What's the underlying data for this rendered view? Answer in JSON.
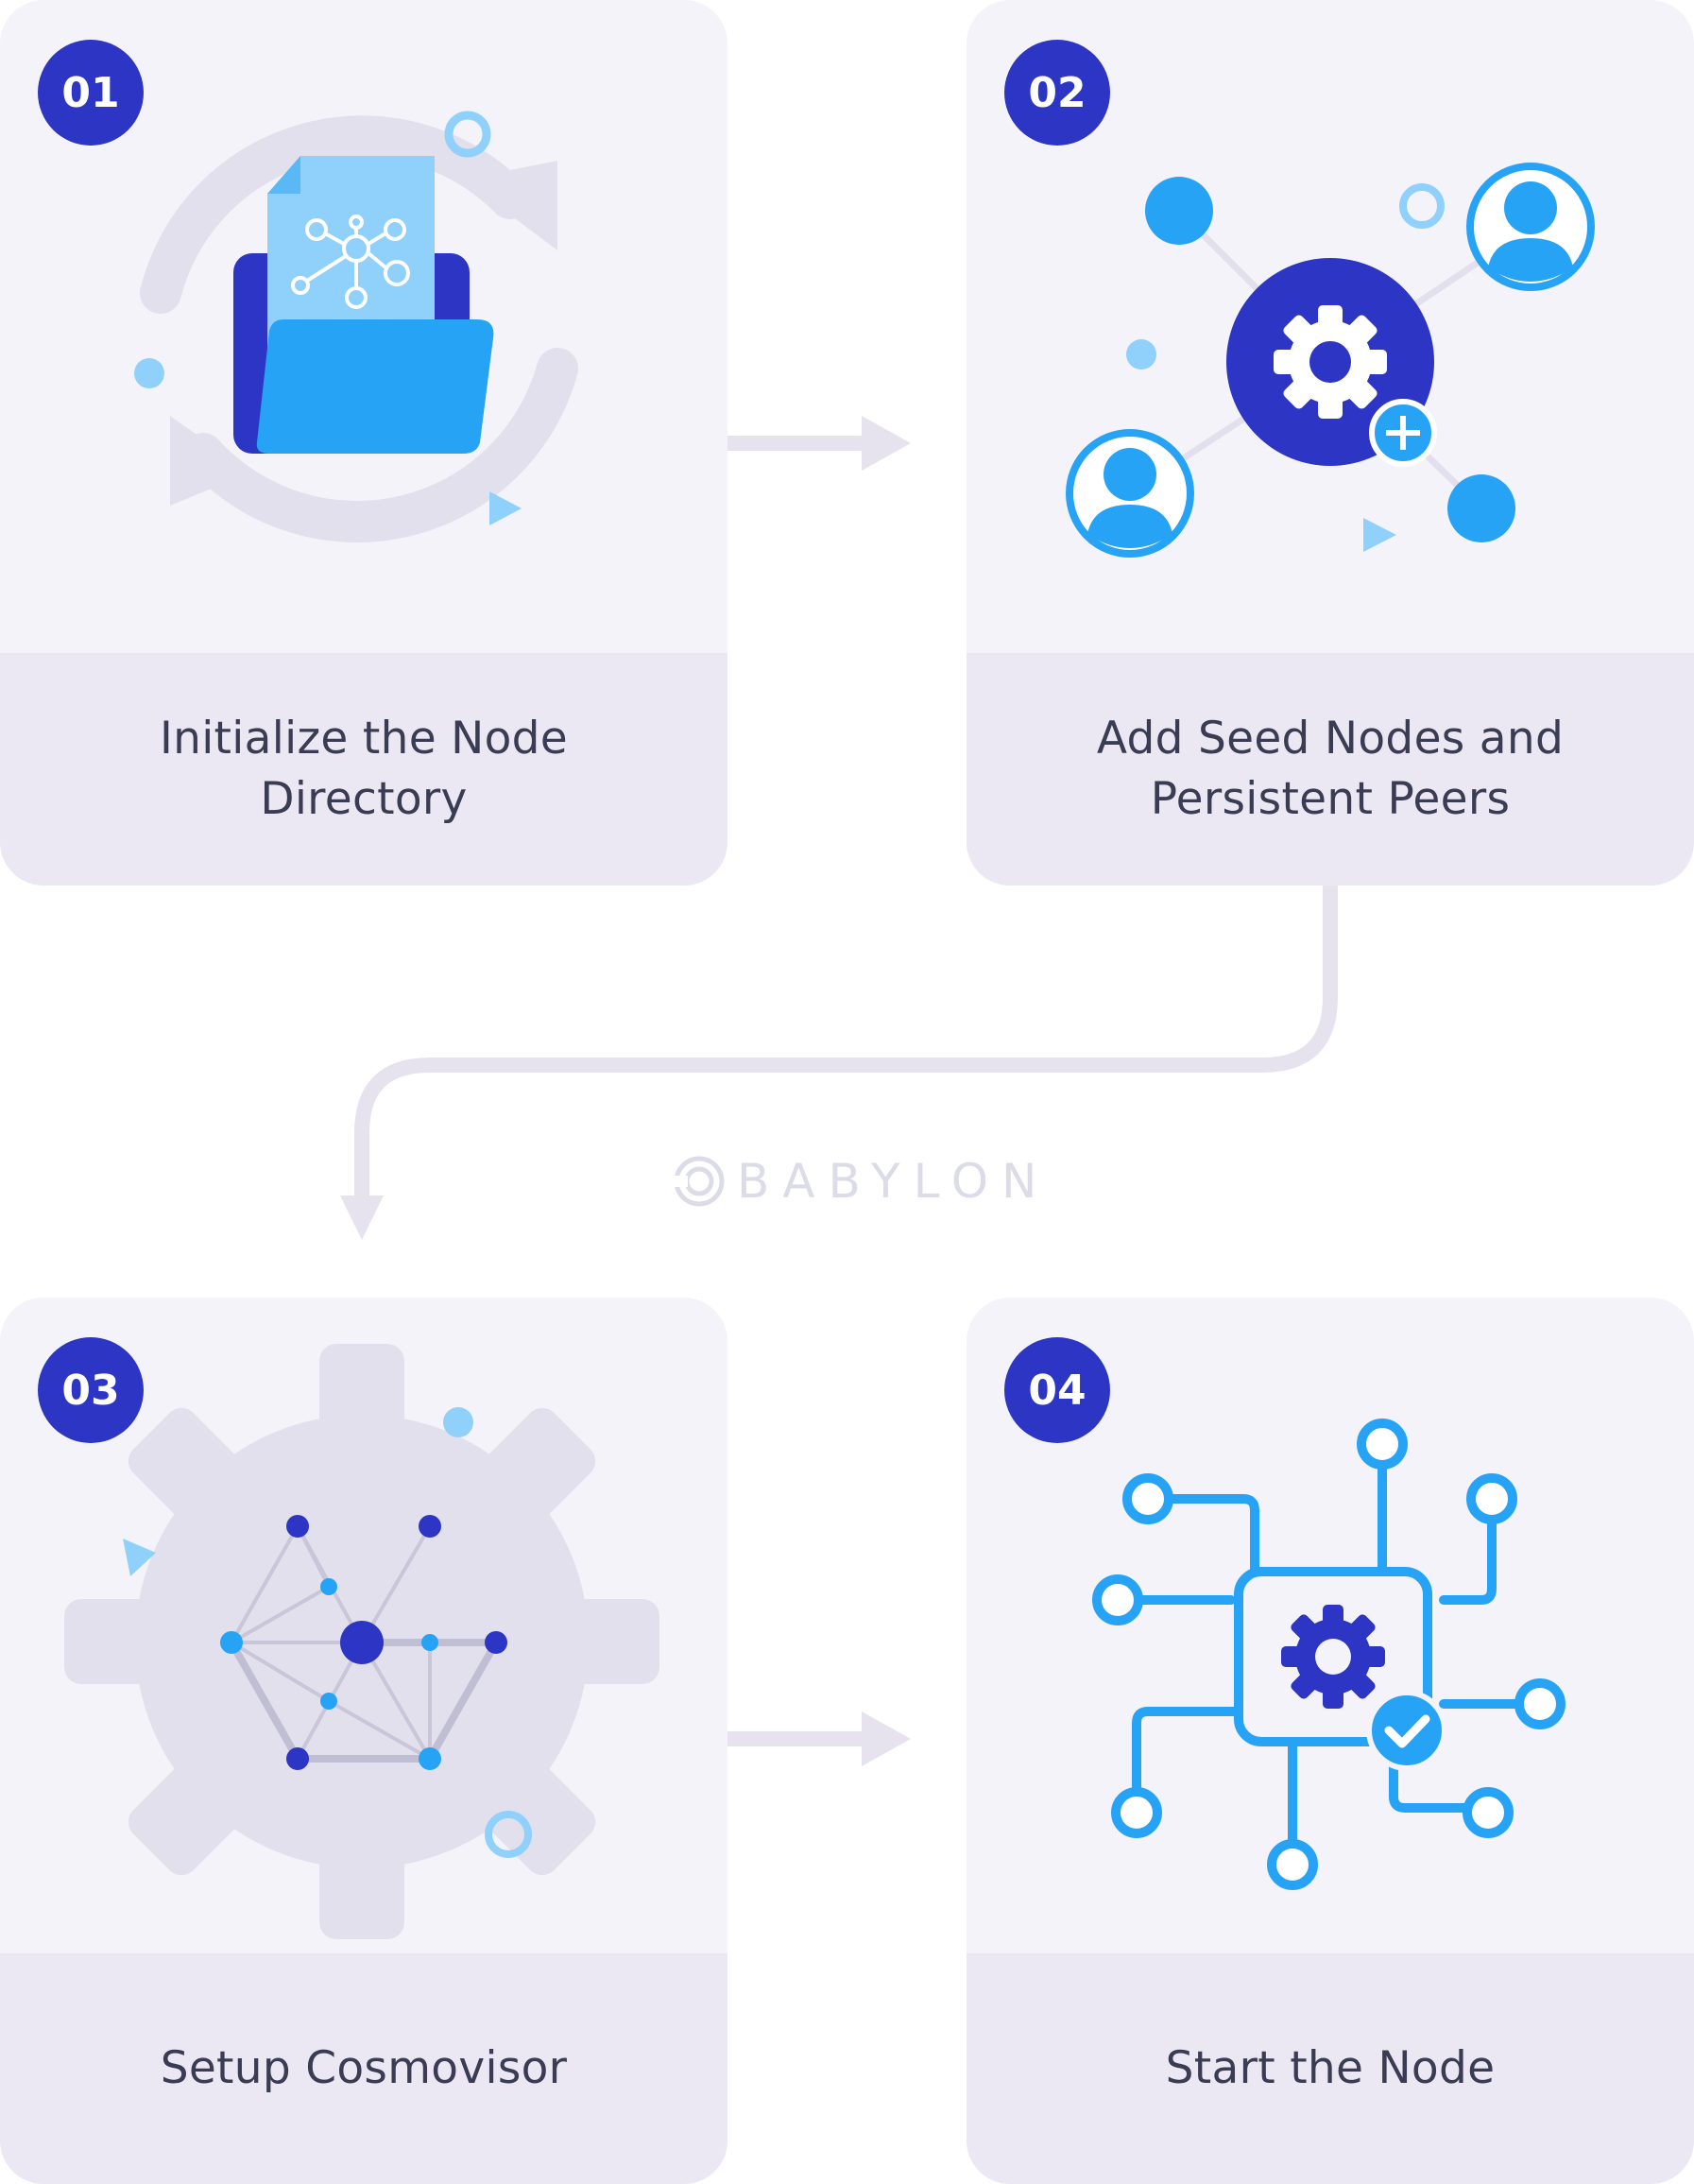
{
  "steps": [
    {
      "number": "01",
      "label": "Initialize the Node Directory",
      "icon": "folder-network-icon"
    },
    {
      "number": "02",
      "label": "Add Seed Nodes and Persistent Peers",
      "icon": "gear-network-peers-icon"
    },
    {
      "number": "03",
      "label": "Setup Cosmovisor",
      "icon": "gear-network-icon"
    },
    {
      "number": "04",
      "label": "Start the Node",
      "icon": "chip-circuit-check-icon"
    }
  ],
  "watermark": {
    "text": "BABYLON"
  },
  "colors": {
    "badge": "#2d35c4",
    "accent_blue": "#27a3f5",
    "light_blue": "#8fd1fb",
    "card_bg": "#f4f3fa",
    "label_bg": "#ebe8f3",
    "connector": "#e6e3ef",
    "text": "#3a3c53"
  }
}
